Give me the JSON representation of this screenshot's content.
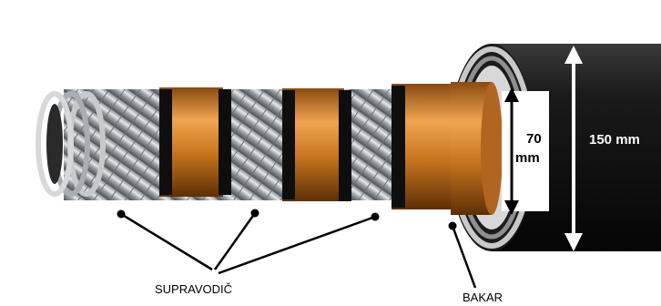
{
  "labels": {
    "inner_diameter": "70 mm",
    "outer_diameter": "150 mm",
    "superconductor": "SUPRAVODIČ",
    "copper": "BAKAR"
  },
  "colors": {
    "jacket": "#151515",
    "copper_tape": "#c8761e",
    "silver_wire": "#b9bcc0",
    "black_band": "#0e0e0e",
    "arrow": "#ffffff",
    "leader": "#000000"
  }
}
